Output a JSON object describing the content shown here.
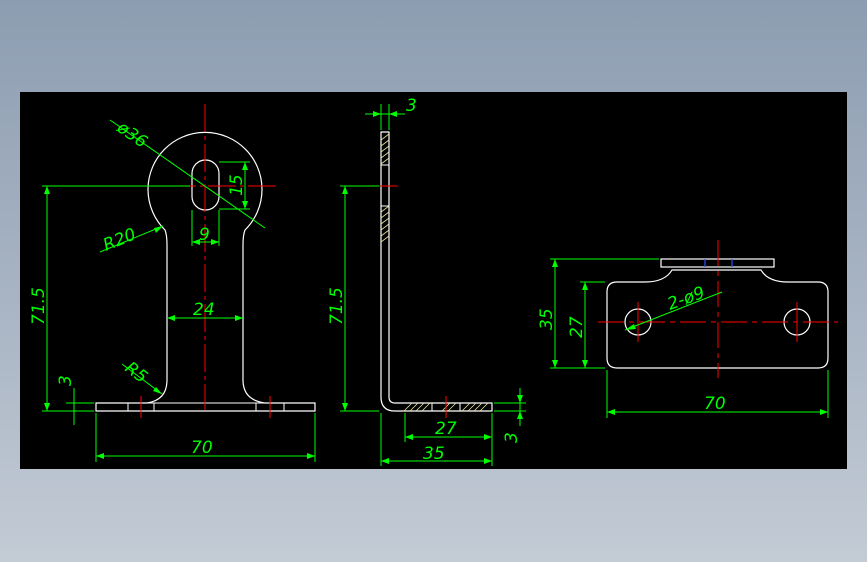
{
  "colors": {
    "background": "#000000",
    "outline": "#ffffff",
    "dimension": "#00ff00",
    "centerline": "#ff0000",
    "hatch": "#e8e8a0",
    "hidden": "#3050ff"
  },
  "front_view": {
    "dia_top": "ø36",
    "slot_height": "15",
    "slot_width": "9",
    "radius_neck": "R20",
    "neck_width": "24",
    "radius_fillet": "R5",
    "height": "71.5",
    "base_thickness": "3",
    "width": "70"
  },
  "side_view": {
    "thickness": "3",
    "height": "71.5",
    "base_inner": "27",
    "base_thickness": "3",
    "base_length": "35"
  },
  "top_view": {
    "holes": "2-ø9",
    "depth": "35",
    "hole_offset": "27",
    "width": "70"
  }
}
